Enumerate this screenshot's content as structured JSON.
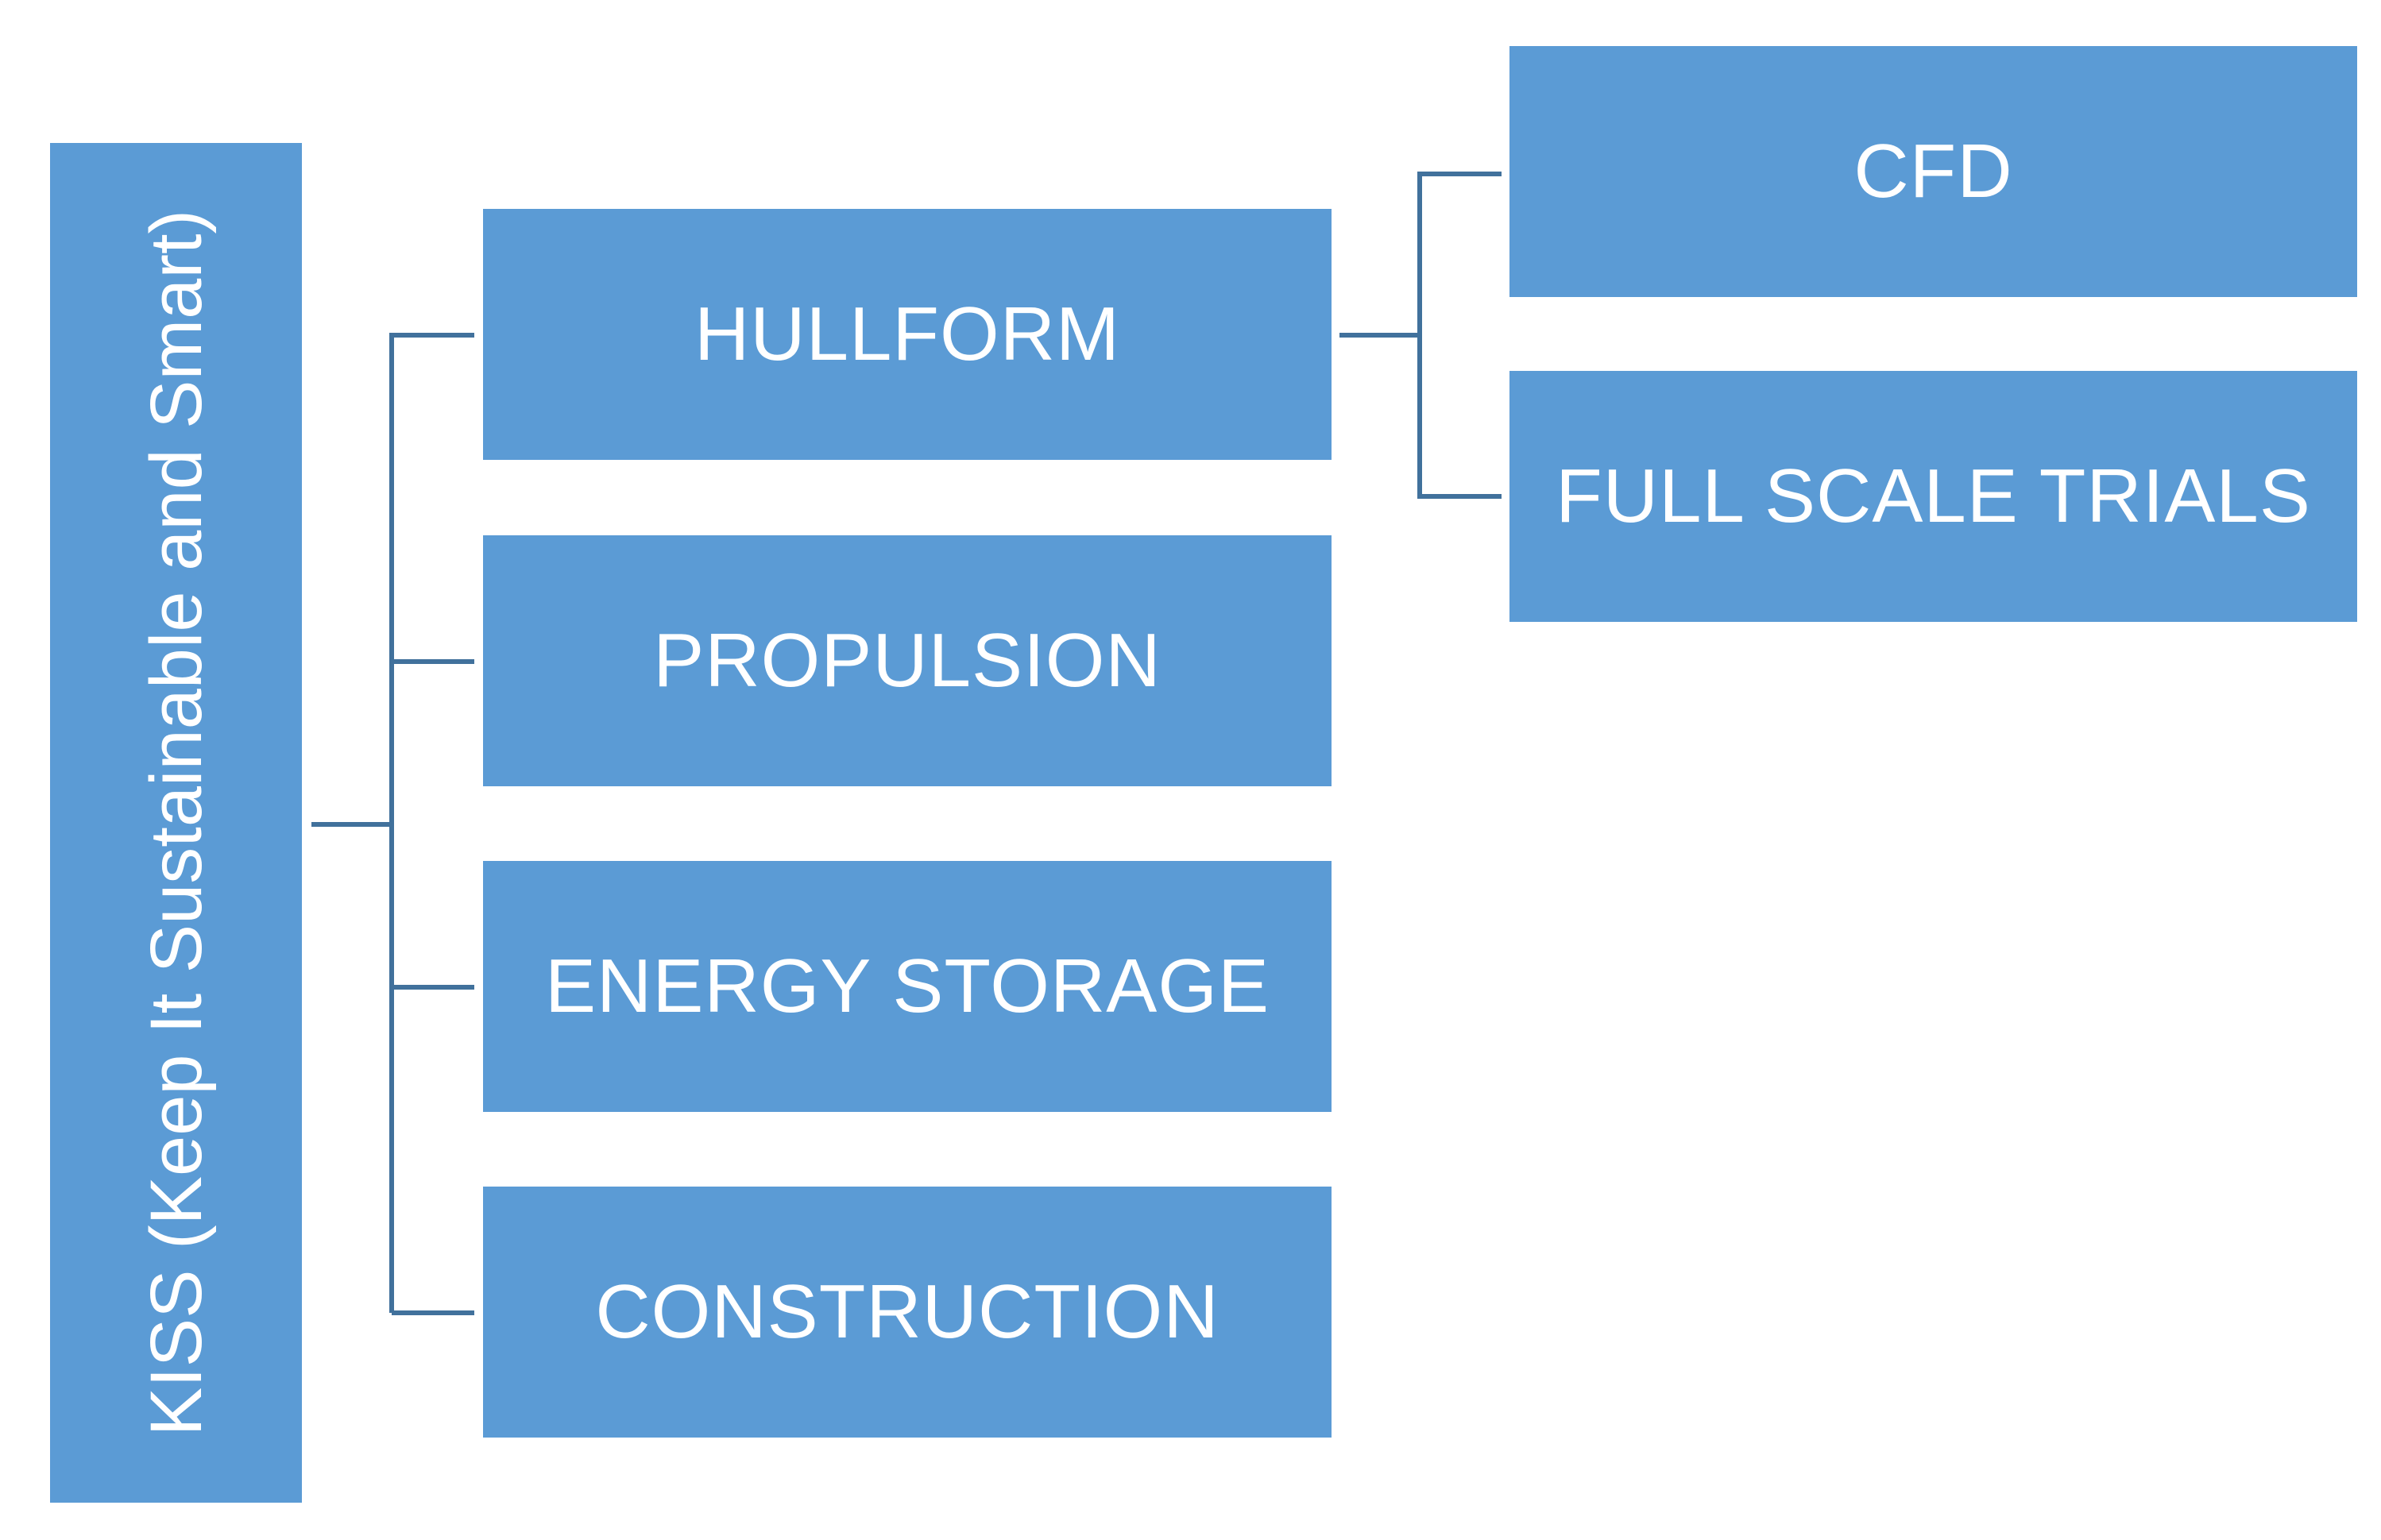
{
  "diagram": {
    "root": {
      "label": "KISS (Keep It Sustainable and Smart)"
    },
    "level1": [
      {
        "id": "hullform",
        "label": "HULLFORM"
      },
      {
        "id": "propulsion",
        "label": "PROPULSION"
      },
      {
        "id": "energy-storage",
        "label": "ENERGY STORAGE"
      },
      {
        "id": "construction",
        "label": "CONSTRUCTION"
      }
    ],
    "level2": [
      {
        "id": "cfd",
        "parent": "hullform",
        "label": "CFD"
      },
      {
        "id": "full-scale-trials",
        "parent": "hullform",
        "label": "FULL SCALE TRIALS"
      }
    ],
    "colors": {
      "box_fill": "#5B9BD5",
      "connector": "#41719C",
      "text": "#FFFFFF",
      "background": "#FFFFFF"
    }
  }
}
